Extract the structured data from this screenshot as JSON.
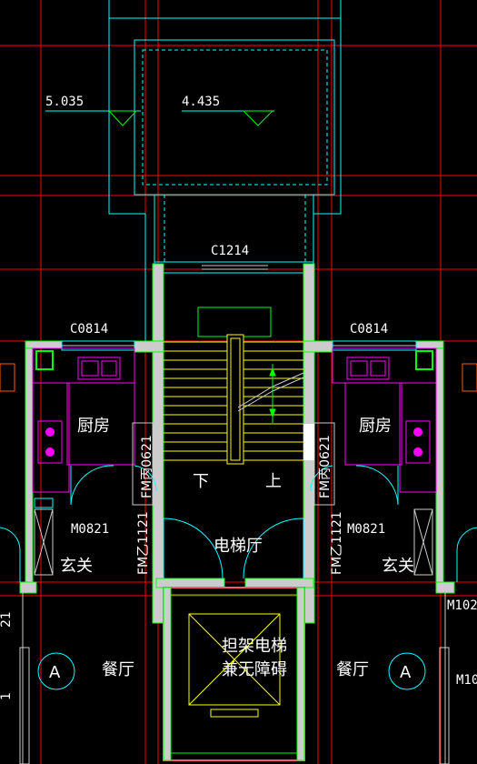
{
  "colors": {
    "background": "#000000",
    "grid": "#ff0000",
    "wall": "#00ffff",
    "wall_fill": "#cccccc",
    "hatch": "#00ff00",
    "stairs": "#ffff00",
    "fixtures": "#ff00ff",
    "door": "#00ffff",
    "arrow": "#00ff00"
  },
  "elevations": {
    "left": "5.035",
    "right": "4.435"
  },
  "windows": {
    "top": "C1214",
    "left": "C0814",
    "right": "C0814"
  },
  "rooms": {
    "kitchen_left": "厨房",
    "kitchen_right": "厨房",
    "entry_left": "玄关",
    "entry_right": "玄关",
    "dining_left": "餐厅",
    "dining_right": "餐厅",
    "elevator_hall": "电梯厅",
    "elevator_line1": "担架电梯",
    "elevator_line2": "兼无障碍"
  },
  "stairs": {
    "down": "下",
    "up": "上"
  },
  "doors": {
    "m_left": "M0821",
    "m_right": "M0821",
    "fm_left": "FM乙1121",
    "fm_right": "FM乙1121",
    "fmc_left": "FM丙0621",
    "fmc_right": "FM丙0621",
    "edge_right_top": "M102",
    "edge_right_bottom": "M10",
    "edge_left_top": "21",
    "edge_left_bottom": "1"
  },
  "axis_marks": {
    "left": "A",
    "right": "A"
  },
  "icons": {
    "sink": "sink-icon",
    "stove": "stove-icon",
    "shaft": "shaft-cross-icon",
    "axis": "axis-circle-icon"
  }
}
